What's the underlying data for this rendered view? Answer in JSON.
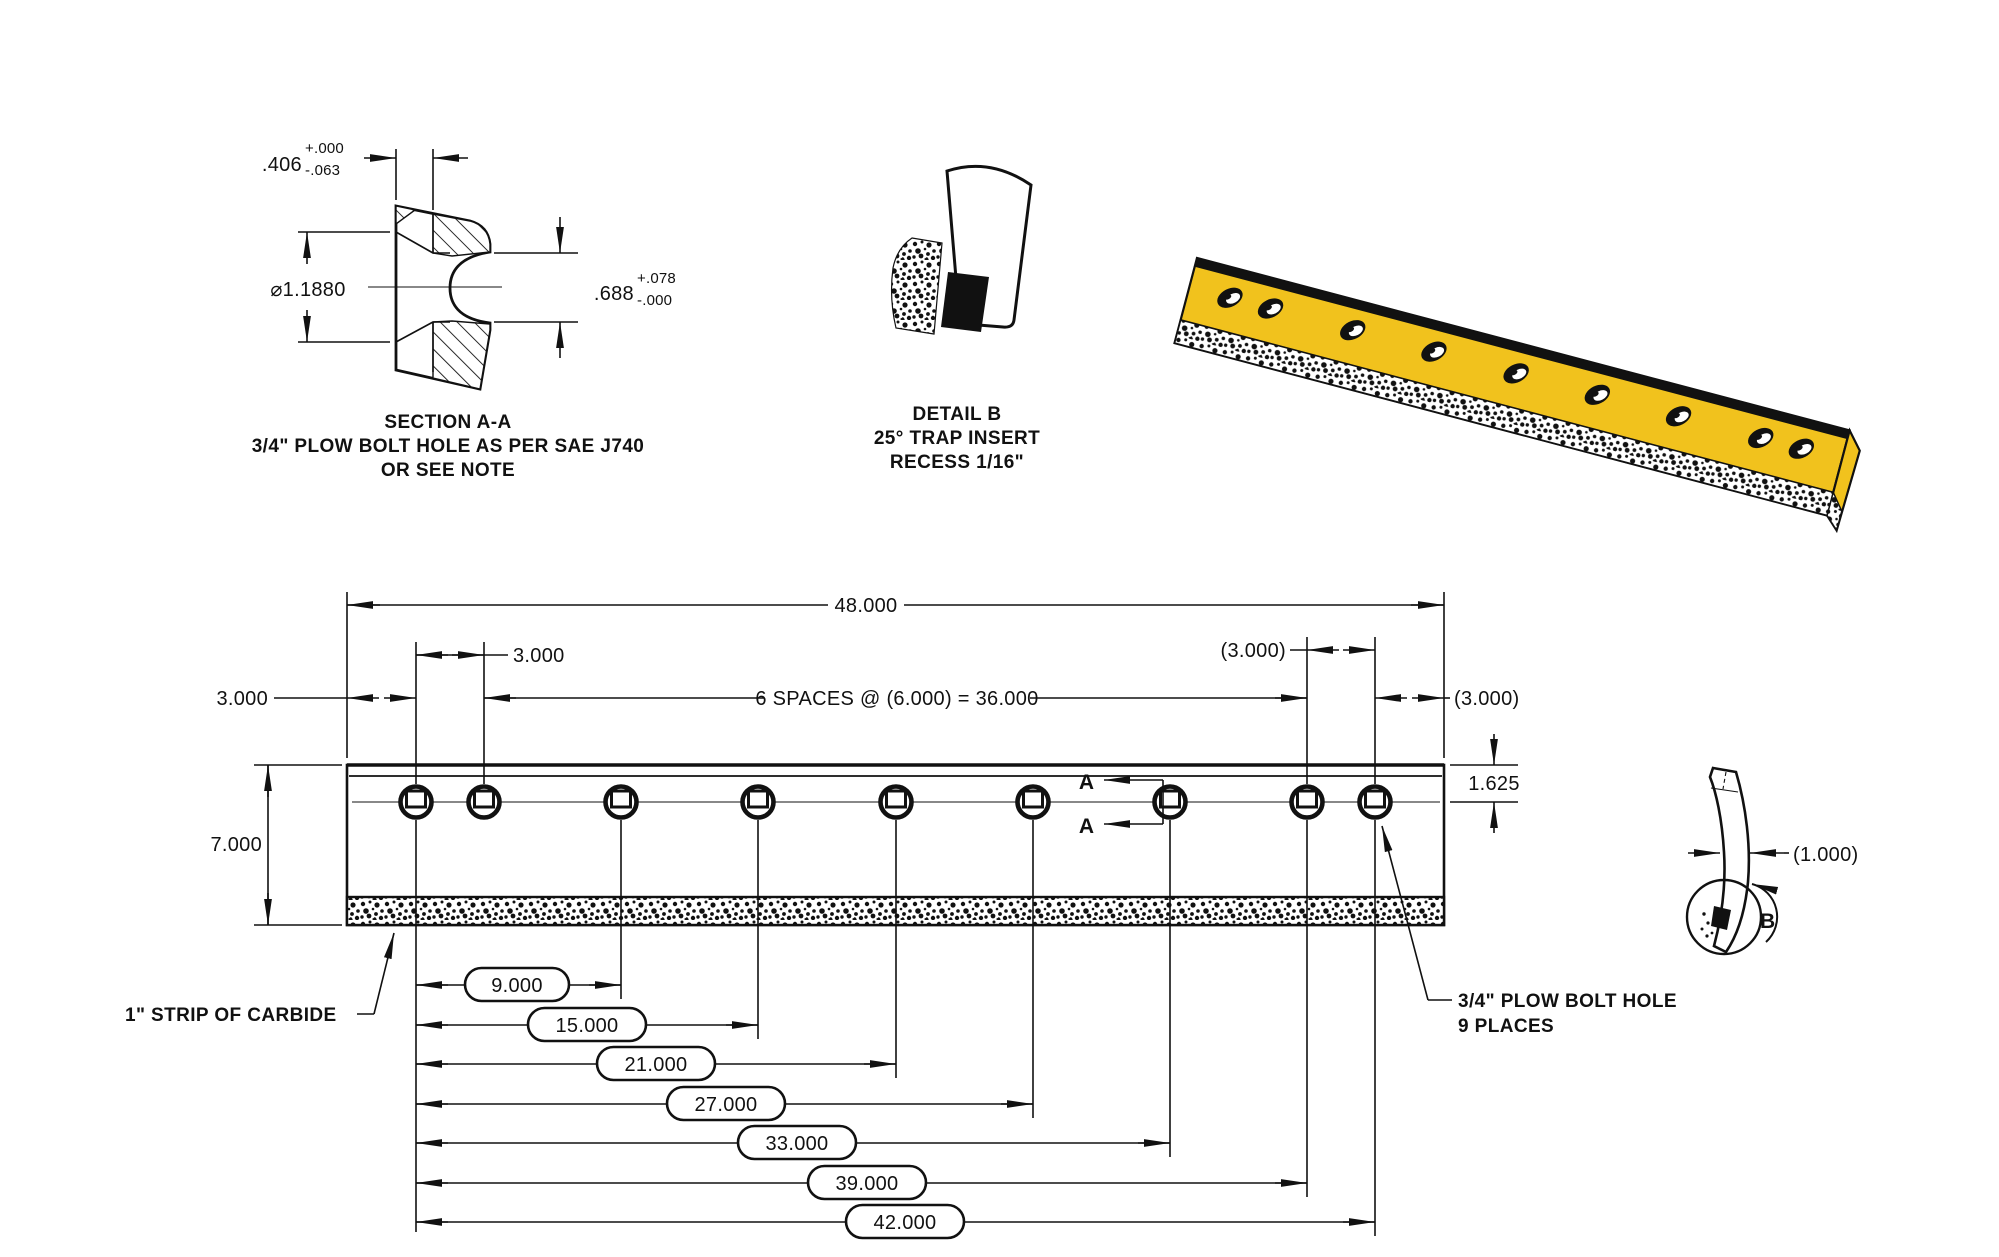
{
  "colors": {
    "ink": "#111111",
    "paper": "#ffffff",
    "blade_yellow": "#F1C21D"
  },
  "section_view": {
    "caption": [
      "SECTION A-A",
      "3/4\" PLOW BOLT HOLE AS PER SAE J740",
      "OR SEE NOTE"
    ],
    "slot_width": ".406",
    "slot_width_tol_plus": "+.000",
    "slot_width_tol_minus": "-.063",
    "hole_diameter": "⌀1.1880",
    "depth": ".688",
    "depth_tol_plus": "+.078",
    "depth_tol_minus": "-.000"
  },
  "detail_view": {
    "caption": [
      "DETAIL B",
      "25° TRAP INSERT",
      "RECESS 1/16\""
    ]
  },
  "front_view": {
    "overall_length": "48.000",
    "hole_pitch": "3.000",
    "left_margin": "3.000",
    "spacing_note": "6 SPACES @ (6.000) = 36.000",
    "right_pitch_ref": "(3.000)",
    "right_margin_ref": "(3.000)",
    "hole_row_offset": "1.625",
    "plate_height": "7.000",
    "running_dims": [
      "9.000",
      "15.000",
      "21.000",
      "27.000",
      "33.000",
      "39.000",
      "42.000"
    ],
    "carbide_label": "1\" STRIP OF CARBIDE",
    "bolt_hole_label": [
      "3/4\" PLOW BOLT HOLE",
      "9 PLACES"
    ],
    "section_letter": "A"
  },
  "side_view": {
    "thickness_ref": "(1.000)",
    "detail_letter": "B"
  }
}
